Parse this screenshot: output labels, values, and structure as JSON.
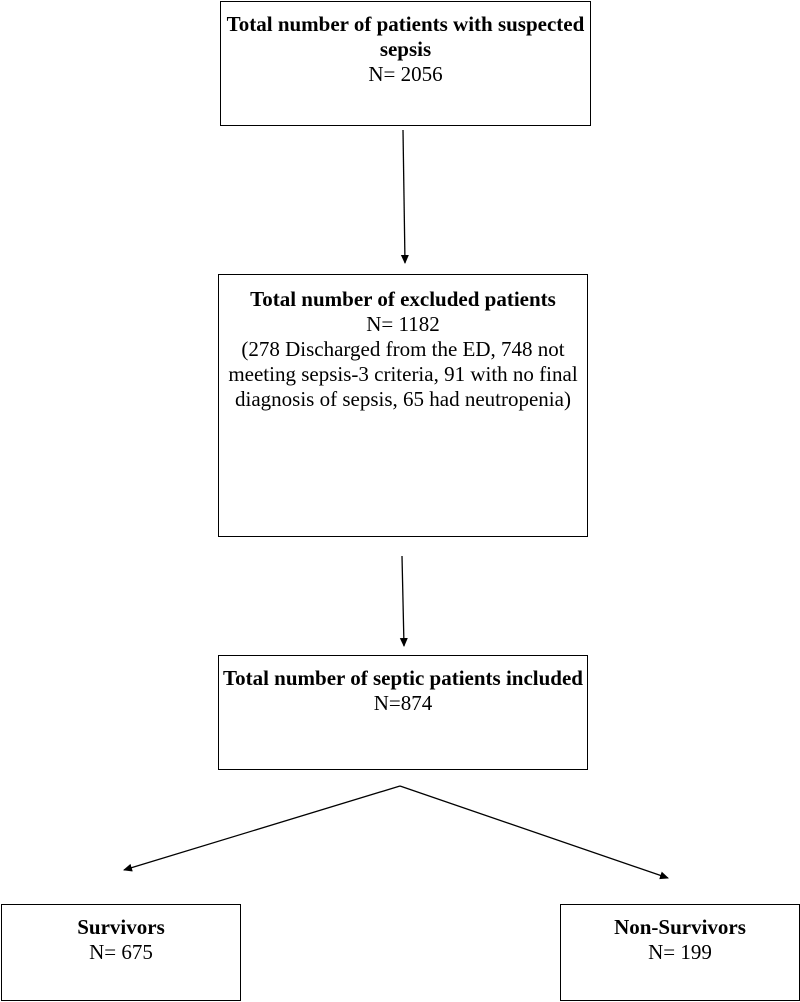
{
  "boxes": {
    "total": {
      "title": "Total number of patients with suspected sepsis",
      "count": "N= 2056"
    },
    "excluded": {
      "title": "Total number of excluded patients",
      "count": "N= 1182",
      "detail": "(278 Discharged from the ED, 748 not meeting sepsis-3 criteria, 91 with no final diagnosis of sepsis, 65 had neutropenia)"
    },
    "included": {
      "title": "Total number of septic patients included",
      "count": "N=874"
    },
    "survivors": {
      "title": "Survivors",
      "count": "N= 675"
    },
    "nonsurvivors": {
      "title": "Non-Survivors",
      "count": "N= 199"
    }
  }
}
